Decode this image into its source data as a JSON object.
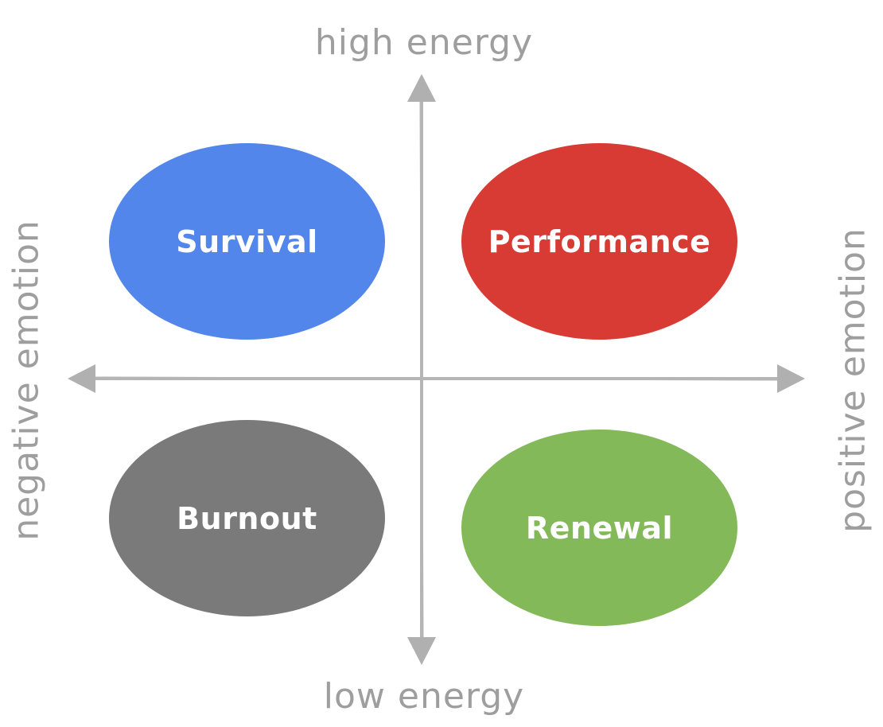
{
  "axes": {
    "top_label": "high energy",
    "bottom_label": "low energy",
    "left_label": "negative emotion",
    "right_label": "positive emotion",
    "color": "#b0b0b0"
  },
  "quadrants": [
    {
      "label": "Survival",
      "color": "#5286eb"
    },
    {
      "label": "Performance",
      "color": "#d83a34"
    },
    {
      "label": "Burnout",
      "color": "#7a7a7a"
    },
    {
      "label": "Renewal",
      "color": "#84b95a"
    }
  ]
}
